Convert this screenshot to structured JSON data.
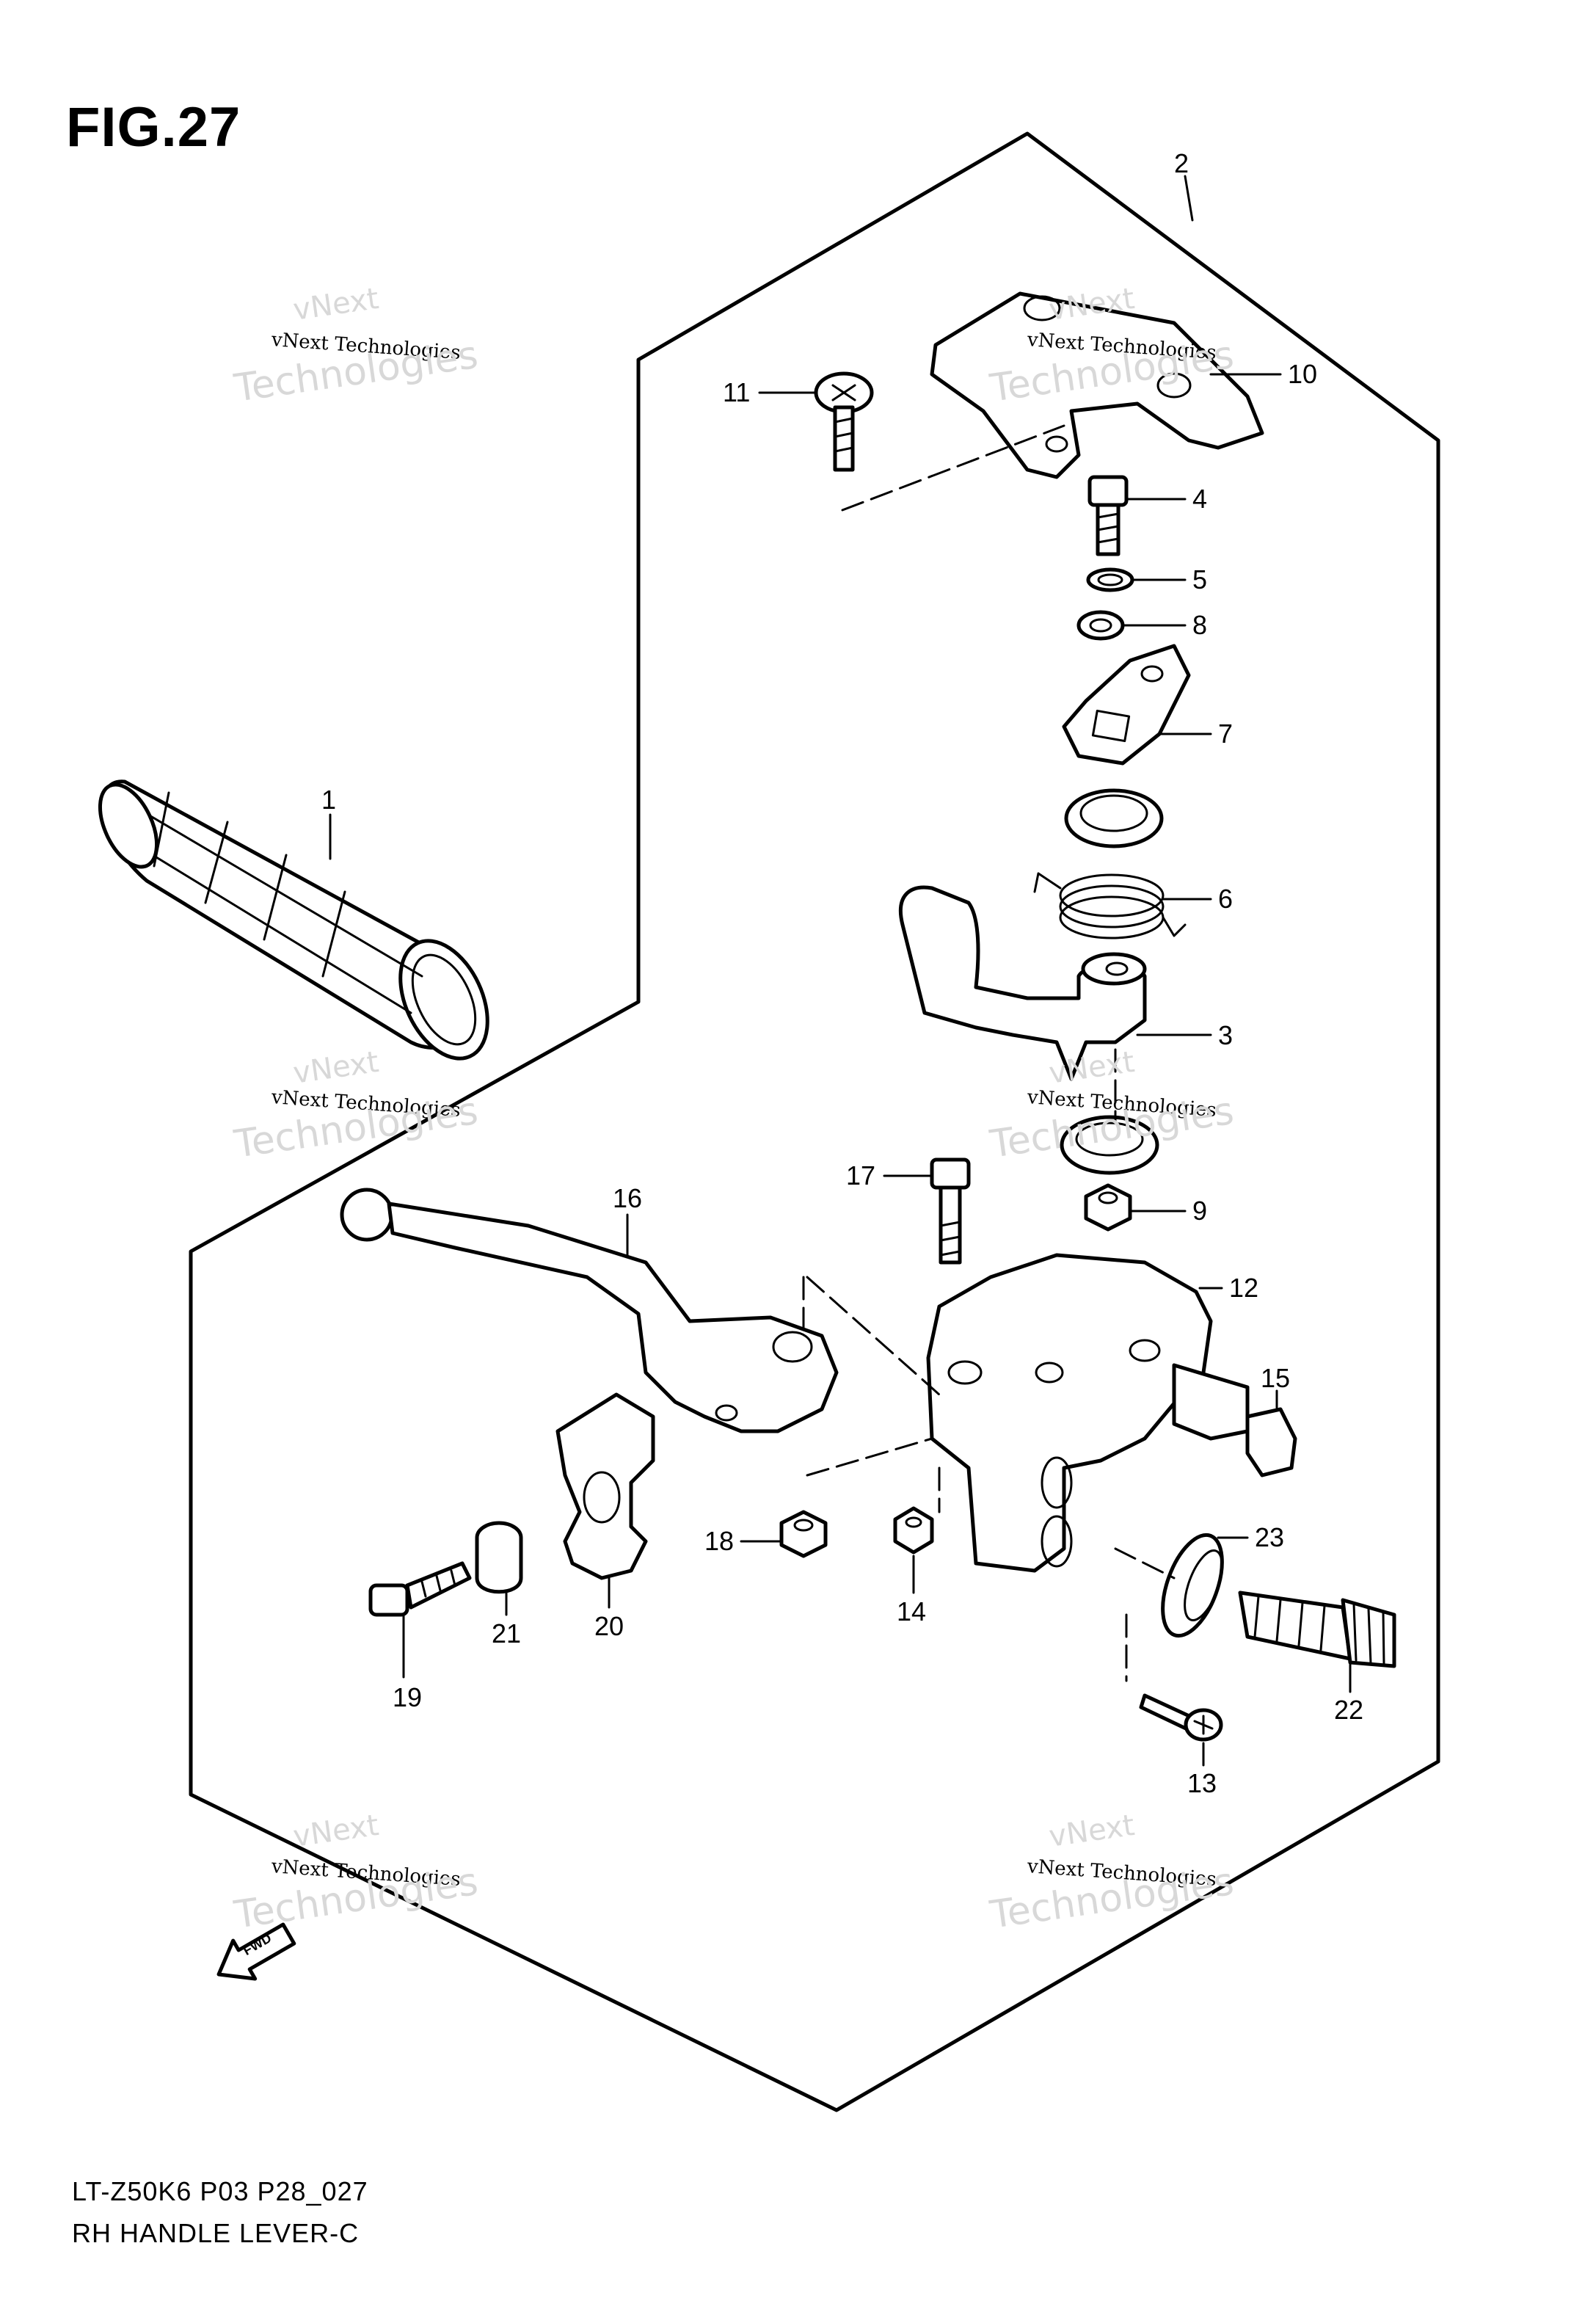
{
  "figure": {
    "title": "FIG.27",
    "model_code": "LT-Z50K6 P03 P28_027",
    "caption": "RH HANDLE LEVER-C"
  },
  "watermark": {
    "line1": "vNext",
    "line2": "vNext Technologies",
    "line3": "Technologies"
  },
  "fwd_label": "FWD",
  "callouts": [
    {
      "id": "c1",
      "number": "1"
    },
    {
      "id": "c2",
      "number": "2"
    },
    {
      "id": "c3",
      "number": "3"
    },
    {
      "id": "c4",
      "number": "4"
    },
    {
      "id": "c5",
      "number": "5"
    },
    {
      "id": "c6",
      "number": "6"
    },
    {
      "id": "c7",
      "number": "7"
    },
    {
      "id": "c8",
      "number": "8"
    },
    {
      "id": "c9",
      "number": "9"
    },
    {
      "id": "c10",
      "number": "10"
    },
    {
      "id": "c11",
      "number": "11"
    },
    {
      "id": "c12",
      "number": "12"
    },
    {
      "id": "c13",
      "number": "13"
    },
    {
      "id": "c14",
      "number": "14"
    },
    {
      "id": "c15",
      "number": "15"
    },
    {
      "id": "c16",
      "number": "16"
    },
    {
      "id": "c17",
      "number": "17"
    },
    {
      "id": "c18",
      "number": "18"
    },
    {
      "id": "c19",
      "number": "19"
    },
    {
      "id": "c20",
      "number": "20"
    },
    {
      "id": "c21",
      "number": "21"
    },
    {
      "id": "c22",
      "number": "22"
    },
    {
      "id": "c23",
      "number": "23"
    }
  ]
}
